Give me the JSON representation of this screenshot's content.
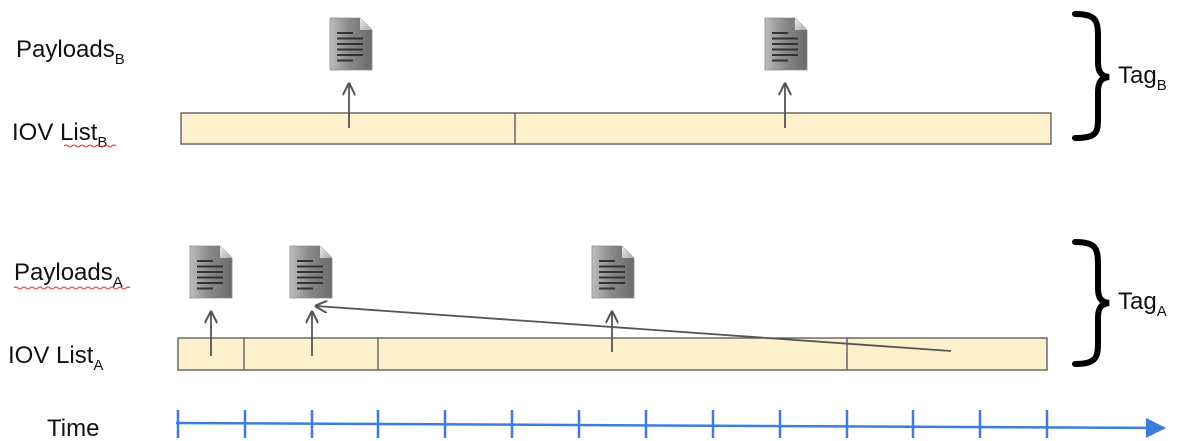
{
  "labels": {
    "payloads_b": {
      "main": "Payloads",
      "sub": "B"
    },
    "iov_list_b": {
      "main": "IOV List",
      "sub": "B"
    },
    "tag_b": {
      "main": "Tag",
      "sub": "B"
    },
    "payloads_a": {
      "main": "Payloads",
      "sub": "A"
    },
    "iov_list_a": {
      "main": "IOV List",
      "sub": "A"
    },
    "tag_a": {
      "main": "Tag",
      "sub": "A"
    },
    "time": "Time"
  },
  "colors": {
    "iov_fill": "#fdf0cc",
    "iov_border": "#555555",
    "arrow": "#555555",
    "timeline": "#3b7ddd",
    "brace": "#000000",
    "spellcheck_underline": "#e03030"
  },
  "icons": {
    "payload": "document-icon"
  }
}
